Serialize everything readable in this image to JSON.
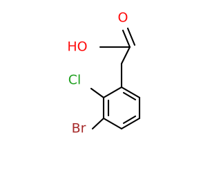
{
  "molecule": {
    "atoms": {
      "oxygen_carbonyl": {
        "label": "O",
        "color": "#ff0d0d"
      },
      "hydroxyl": {
        "label": "HO",
        "color": "#ff0d0d"
      },
      "chlorine": {
        "label": "Cl",
        "color": "#1fa01f"
      },
      "bromine": {
        "label": "Br",
        "color": "#a62929"
      }
    },
    "bond_color": "#000000"
  }
}
